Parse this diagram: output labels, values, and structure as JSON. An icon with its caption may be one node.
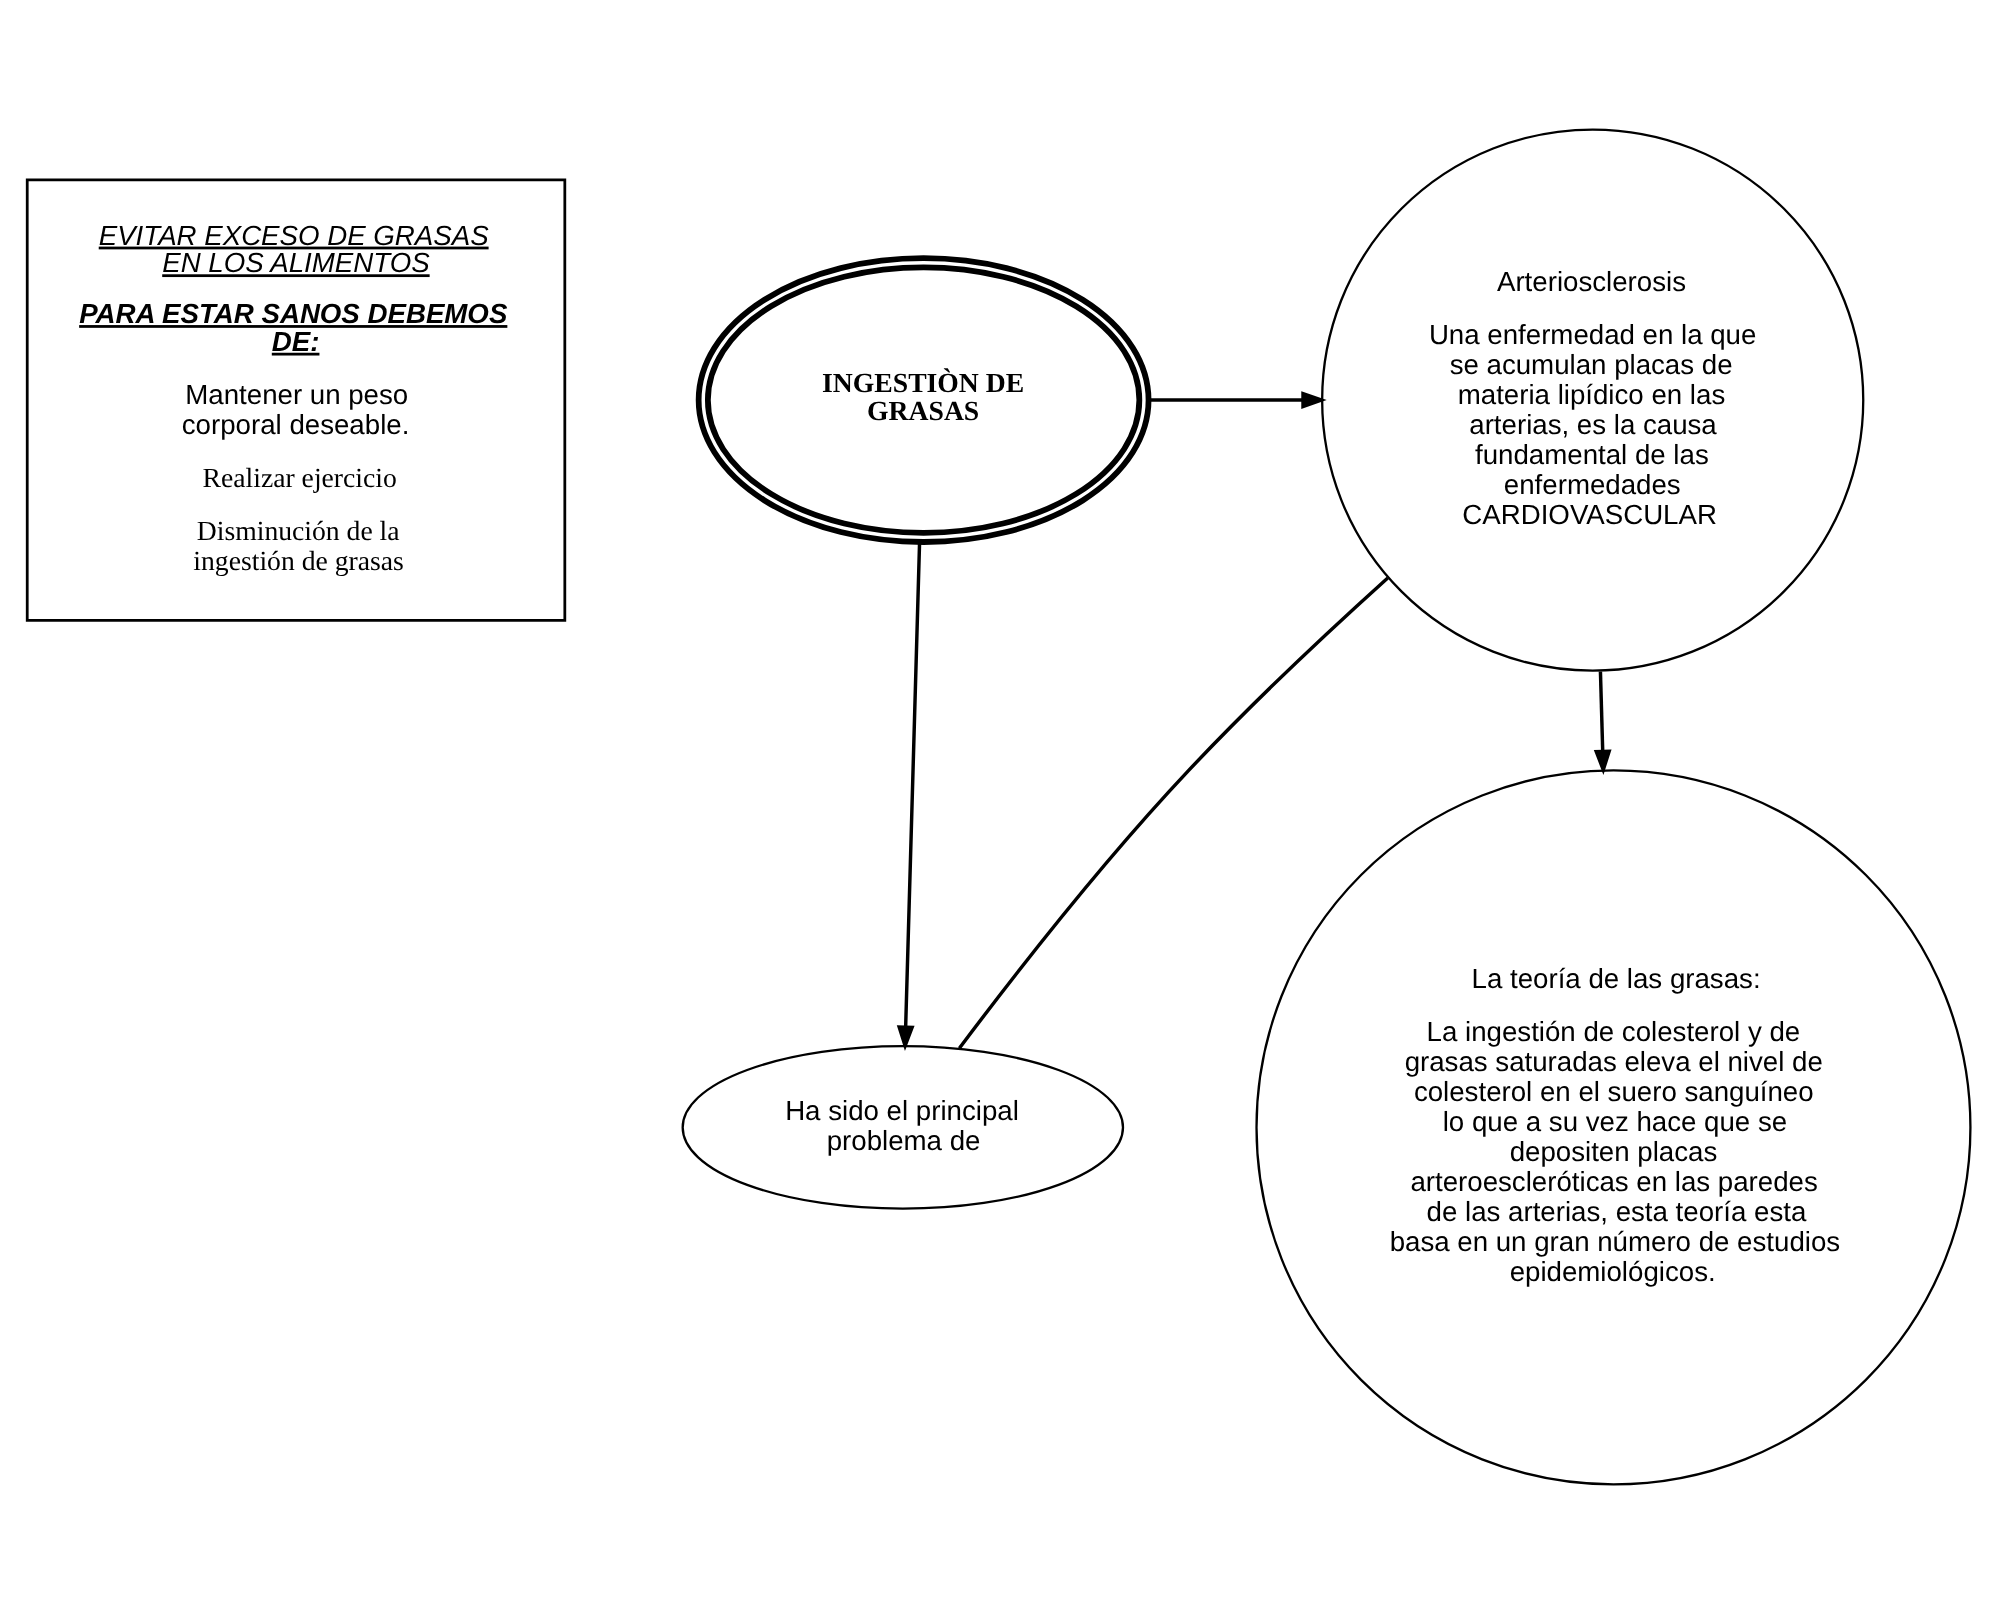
{
  "diagram": {
    "nodes": [
      {
        "text": [
          "EVITAR EXCESO DE GRASAS EN LOS ALIMENTOS",
          "PARA ESTAR SANOS DEBEMOS DE:",
          "Mantener un peso corporal deseable.",
          "Realizar ejercicio",
          "Disminución de la ingestión de grasas"
        ]
      },
      {
        "text": [
          "INGESTIÒN DE GRASAS"
        ]
      },
      {
        "text": [
          "Arteriosclerosis",
          "Una enfermedad en la que se acumulan placas de materia lipídico en las arterias, es la causa fundamental de las enfermedades CARDIOVASCULAR"
        ]
      },
      {
        "text": [
          "Ha sido el principal problema de"
        ]
      },
      {
        "text": [
          "La teoría de las grasas:",
          "La ingestión de colesterol y de grasas saturadas eleva el nivel de colesterol en el suero sanguíneo lo que a su vez hace que se depositen placas arteroescleróticas en las paredes de las arterias, esta teoría esta basa en un gran número de estudios epidemiológicos."
        ]
      }
    ],
    "edges": [
      {
        "from": 1,
        "to": 2,
        "arrow": "to"
      },
      {
        "from": 1,
        "to": 3,
        "arrow": "to"
      },
      {
        "from": 3,
        "to": 2,
        "arrow": "none"
      },
      {
        "from": 2,
        "to": 4,
        "arrow": "to"
      }
    ]
  }
}
